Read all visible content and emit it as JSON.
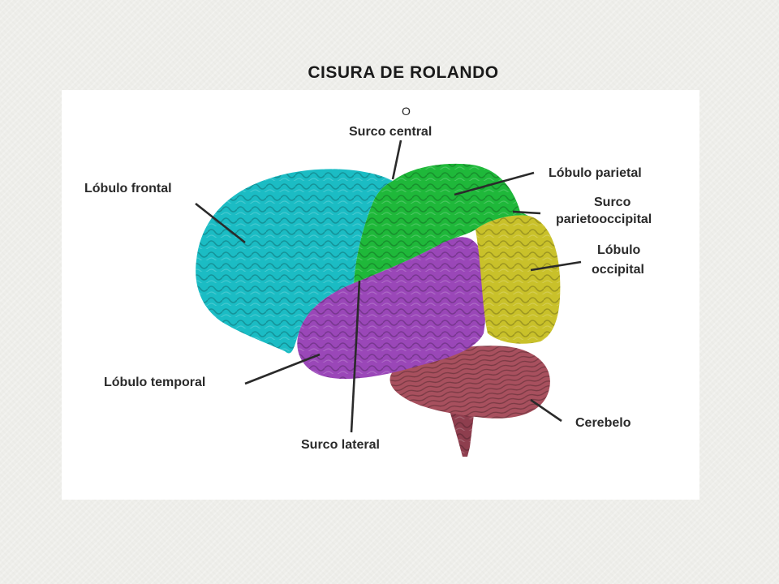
{
  "slide": {
    "title": "CISURA DE ROLANDO",
    "or_mark": "O"
  },
  "diagram": {
    "labels": {
      "surco_central": "Surco central",
      "lobulo_frontal": "Lóbulo frontal",
      "lobulo_parietal": "Lóbulo parietal",
      "surco_parietooccipital_line1": "Surco",
      "surco_parietooccipital_line2": "parietooccipital",
      "lobulo_occipital_line1": "Lóbulo",
      "lobulo_occipital_line2": "occipital",
      "lobulo_temporal": "Lóbulo temporal",
      "surco_lateral": "Surco lateral",
      "cerebelo": "Cerebelo"
    },
    "colors": {
      "frontal": "#1bbcc4",
      "parietal": "#1fb83a",
      "occipital": "#c9c12a",
      "temporal": "#9a47b8",
      "cerebellum": "#a8505e",
      "brainstem": "#8e3e4e",
      "leader_line": "#2a2a2a"
    }
  }
}
